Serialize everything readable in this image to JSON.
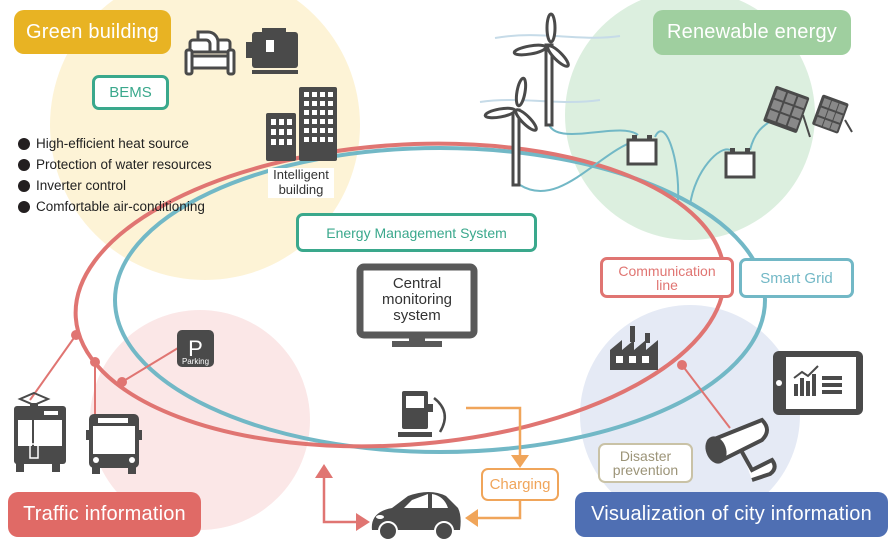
{
  "categories": {
    "green_building": {
      "label": "Green building",
      "color": "#e8b323"
    },
    "renewable_energy": {
      "label": "Renewable energy",
      "color": "#9fcf9f"
    },
    "traffic_information": {
      "label": "Traffic information",
      "color": "#e06a66"
    },
    "visualization": {
      "label": "Visualization of city information",
      "color": "#4f6fb3"
    }
  },
  "labels": {
    "bems": "BEMS",
    "ems": "Energy Management System",
    "communication_line": "Communication line",
    "smart_grid": "Smart Grid",
    "disaster_prevention": "Disaster prevention",
    "charging": "Charging",
    "intelligent_building": "Intelligent building",
    "central_monitoring": "Central monitoring system",
    "parking": "Parking",
    "parking_letter": "P"
  },
  "green_building_features": [
    "High-efficient heat source",
    "Protection of water resources",
    "Inverter control",
    "Comfortable air-conditioning"
  ],
  "colors": {
    "communication_line": "#e07572",
    "smart_grid": "#72b8c6",
    "ems": "#3aa88c",
    "charging": "#f0a55a",
    "disaster": "#c9c2a6",
    "icon": "#4a4a4a"
  }
}
